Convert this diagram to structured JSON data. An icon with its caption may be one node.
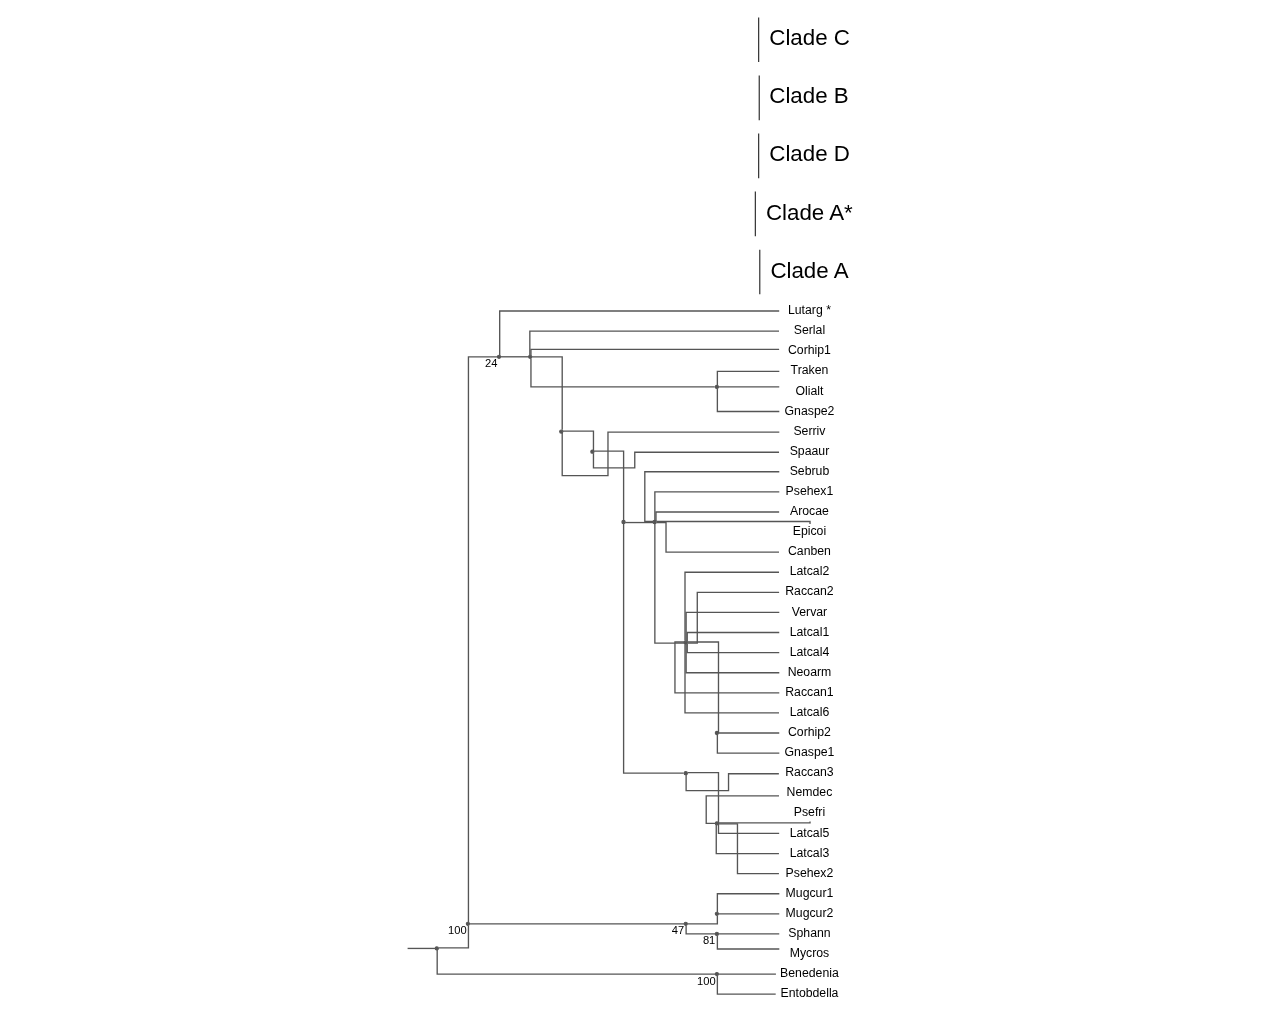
{
  "diagram": {
    "nodes": [
      {
        "text": [
          "Latcal2"
        ]
      },
      {
        "text": [
          "Raccan2"
        ]
      },
      {
        "text": [
          "Vervar"
        ]
      },
      {
        "text": [
          "Latcal1"
        ]
      },
      {
        "text": [
          "Latcal4"
        ]
      },
      {
        "text": [
          "Neoarm"
        ]
      },
      {
        "text": [
          "Corhip2"
        ]
      },
      {
        "text": [
          "Gnaspe1"
        ]
      },
      {
        "text": [
          "Raccan1"
        ]
      },
      {
        "text": [
          "Latcal6"
        ]
      },
      {
        "text": [
          "Sebrub"
        ]
      },
      {
        "text": [
          "Psehex1"
        ]
      },
      {
        "text": [
          "Arocae"
        ]
      },
      {
        "text": [
          "Epicoi"
        ]
      },
      {
        "text": [
          "Canben"
        ]
      },
      {
        "text": [
          "Nemdec"
        ]
      },
      {
        "text": [
          "Psefri"
        ]
      },
      {
        "text": [
          "Latcal5"
        ]
      },
      {
        "text": [
          "Latcal3"
        ]
      },
      {
        "text": [
          "Psehex2"
        ]
      },
      {
        "text": [
          "Raccan3"
        ]
      },
      {
        "text": [
          "Spaaur"
        ]
      },
      {
        "text": [
          "Serriv"
        ]
      },
      {
        "text": [
          "Traken"
        ]
      },
      {
        "text": [
          "Olialt"
        ]
      },
      {
        "text": [
          "Gnaspe2"
        ]
      },
      {
        "text": [
          "Serlal"
        ]
      },
      {
        "text": [
          "Corhip1"
        ]
      },
      {
        "text": [
          "Lutarg *"
        ]
      },
      {
        "text": [
          "Mugcur1"
        ]
      },
      {
        "text": [
          "Mugcur2"
        ]
      },
      {
        "text": [
          "Sphann"
        ]
      },
      {
        "text": [
          "Mycros"
        ]
      },
      {
        "text": [
          "Benedenia"
        ]
      },
      {
        "text": [
          "Entobdella"
        ]
      },
      {
        "text": [],
        "shape": "point"
      },
      {
        "text": [],
        "shape": "point",
        "beside": [
          "100"
        ]
      },
      {
        "text": [],
        "shape": "point",
        "beside": [
          "24"
        ]
      },
      {
        "text": [],
        "shape": "point"
      },
      {
        "text": [],
        "shape": "point"
      },
      {
        "text": [],
        "shape": "point"
      },
      {
        "text": [],
        "shape": "point"
      },
      {
        "text": [],
        "shape": "point"
      },
      {
        "text": [],
        "shape": "point"
      },
      {
        "text": [],
        "shape": "point"
      },
      {
        "text": [],
        "shape": "point"
      },
      {
        "text": [],
        "shape": "point"
      },
      {
        "text": [],
        "shape": "point"
      },
      {
        "text": [],
        "shape": "point",
        "beside": [
          "47"
        ]
      },
      {
        "text": [],
        "shape": "point"
      },
      {
        "text": [],
        "shape": "point",
        "beside": [
          "81"
        ]
      },
      {
        "text": [],
        "shape": "point",
        "beside": [
          "100"
        ]
      }
    ],
    "edges": [
      {
        "from": null,
        "to": 35,
        "arrow": "none"
      },
      {
        "from": 35,
        "to": 36,
        "arrow": "none"
      },
      {
        "from": 35,
        "to": 51,
        "arrow": "none"
      },
      {
        "from": 36,
        "to": 37,
        "arrow": "none"
      },
      {
        "from": 36,
        "to": 48,
        "arrow": "none"
      },
      {
        "from": 37,
        "to": 38,
        "arrow": "none"
      },
      {
        "from": 37,
        "to": 28,
        "arrow": "none"
      },
      {
        "from": 38,
        "to": 40,
        "arrow": "none"
      },
      {
        "from": 38,
        "to": 39,
        "arrow": "none"
      },
      {
        "from": 38,
        "to": 26,
        "arrow": "none"
      },
      {
        "from": 38,
        "to": 27,
        "arrow": "none"
      },
      {
        "from": 39,
        "to": 23,
        "arrow": "none"
      },
      {
        "from": 39,
        "to": 24,
        "arrow": "none"
      },
      {
        "from": 39,
        "to": 25,
        "arrow": "none"
      },
      {
        "from": 40,
        "to": 41,
        "arrow": "none"
      },
      {
        "from": 40,
        "to": 22,
        "arrow": "none"
      },
      {
        "from": 41,
        "to": 42,
        "arrow": "none"
      },
      {
        "from": 41,
        "to": 21,
        "arrow": "none"
      },
      {
        "from": 42,
        "to": 43,
        "arrow": "none"
      },
      {
        "from": 42,
        "to": 46,
        "arrow": "none"
      },
      {
        "from": 43,
        "to": 44,
        "arrow": "none"
      },
      {
        "from": 43,
        "to": 10,
        "arrow": "none"
      },
      {
        "from": 43,
        "to": 11,
        "arrow": "none"
      },
      {
        "from": 43,
        "to": 12,
        "arrow": "none"
      },
      {
        "from": 43,
        "to": 13,
        "arrow": "none"
      },
      {
        "from": 43,
        "to": 14,
        "arrow": "none"
      },
      {
        "from": 44,
        "to": 0,
        "arrow": "none"
      },
      {
        "from": 44,
        "to": 1,
        "arrow": "none"
      },
      {
        "from": 44,
        "to": 2,
        "arrow": "none"
      },
      {
        "from": 44,
        "to": 3,
        "arrow": "none"
      },
      {
        "from": 44,
        "to": 4,
        "arrow": "none"
      },
      {
        "from": 44,
        "to": 5,
        "arrow": "none"
      },
      {
        "from": 44,
        "to": 45,
        "arrow": "none"
      },
      {
        "from": 44,
        "to": 8,
        "arrow": "none"
      },
      {
        "from": 44,
        "to": 9,
        "arrow": "none"
      },
      {
        "from": 45,
        "to": 6,
        "arrow": "none"
      },
      {
        "from": 45,
        "to": 7,
        "arrow": "none"
      },
      {
        "from": 46,
        "to": 47,
        "arrow": "none"
      },
      {
        "from": 46,
        "to": 20,
        "arrow": "none"
      },
      {
        "from": 47,
        "to": 15,
        "arrow": "none"
      },
      {
        "from": 47,
        "to": 16,
        "arrow": "none"
      },
      {
        "from": 47,
        "to": 17,
        "arrow": "none"
      },
      {
        "from": 47,
        "to": 18,
        "arrow": "none"
      },
      {
        "from": 47,
        "to": 19,
        "arrow": "none"
      },
      {
        "from": 48,
        "to": 49,
        "arrow": "none"
      },
      {
        "from": 48,
        "to": 50,
        "arrow": "none"
      },
      {
        "from": 49,
        "to": 29,
        "arrow": "none"
      },
      {
        "from": 49,
        "to": 30,
        "arrow": "none"
      },
      {
        "from": 50,
        "to": 31,
        "arrow": "none"
      },
      {
        "from": 50,
        "to": 32,
        "arrow": "none"
      },
      {
        "from": 51,
        "to": 33,
        "arrow": "none"
      },
      {
        "from": 51,
        "to": 34,
        "arrow": "none"
      }
    ],
    "labels": [
      "Clade A",
      "Clade A*",
      "Clade D",
      "Clade B",
      "Clade C"
    ]
  }
}
